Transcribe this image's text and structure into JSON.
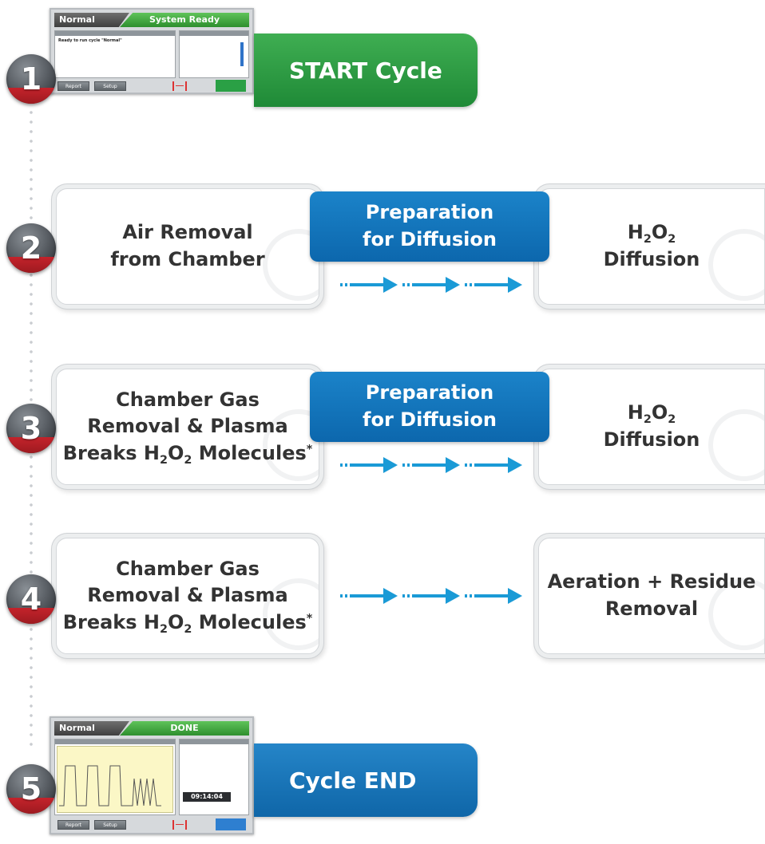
{
  "steps": [
    {
      "number": "1",
      "screen": {
        "mode": "Normal",
        "status": "System Ready",
        "message": "Ready to run cycle \"Normal\"",
        "btn_a": "Report",
        "btn_b": "Setup"
      },
      "label": "START Cycle",
      "color": "#2a9b45"
    },
    {
      "number": "2",
      "left": {
        "lines": [
          "Air Removal",
          "from Chamber"
        ]
      },
      "middle": {
        "lines": [
          "Preparation",
          "for Diffusion"
        ]
      },
      "right": {
        "line1_prefix": "H",
        "line1_sub1": "2",
        "line1_mid": "O",
        "line1_sub2": "2",
        "line2": "Diffusion"
      }
    },
    {
      "number": "3",
      "left": {
        "line1": "Chamber Gas",
        "line2": "Removal & Plasma",
        "line3_prefix": "Breaks H",
        "line3_sub1": "2",
        "line3_mid": "O",
        "line3_sub2": "2",
        "line3_suffix": " Molecules",
        "line3_mark": "*"
      },
      "middle": {
        "lines": [
          "Preparation",
          "for Diffusion"
        ]
      },
      "right": {
        "line1_prefix": "H",
        "line1_sub1": "2",
        "line1_mid": "O",
        "line1_sub2": "2",
        "line2": "Diffusion"
      }
    },
    {
      "number": "4",
      "left": {
        "line1": "Chamber Gas",
        "line2": "Removal & Plasma",
        "line3_prefix": "Breaks H",
        "line3_sub1": "2",
        "line3_mid": "O",
        "line3_sub2": "2",
        "line3_suffix": " Molecules",
        "line3_mark": "*"
      },
      "right": {
        "lines": [
          "Aeration + Residue",
          "Removal"
        ]
      }
    },
    {
      "number": "5",
      "screen": {
        "mode": "Normal",
        "status": "DONE",
        "timer": "09:14:04",
        "btn_a": "Report",
        "btn_b": "Setup"
      },
      "label": "Cycle END",
      "color": "#1274bb"
    }
  ],
  "colors": {
    "green": "#2a9b45",
    "blue": "#1274bb",
    "arrow": "#1a9ad6",
    "badge_red": "#c4232b"
  }
}
